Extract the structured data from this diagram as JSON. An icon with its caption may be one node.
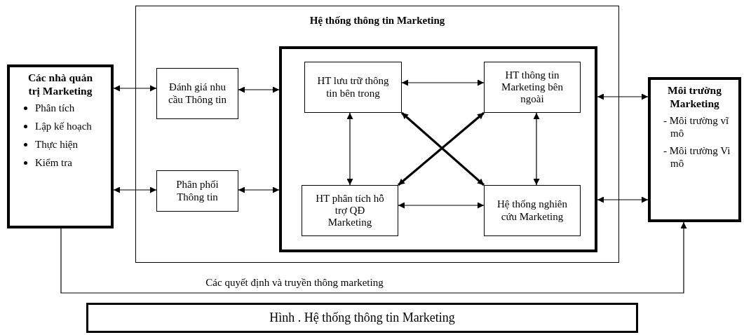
{
  "diagram": {
    "caption": "Hình . Hệ thống thông tin Marketing",
    "nodes": [
      {
        "text": [
          "Hệ thống thông tin Marketing"
        ]
      },
      {
        "text": [
          "Các nhà quản trị Marketing",
          "Phân tích",
          "Lập kế hoạch",
          "Thực hiện",
          "Kiểm tra"
        ]
      },
      {
        "text": [
          "Đánh giá nhu cầu Thông tin"
        ],
        "in": 0
      },
      {
        "text": [
          "Phân phối Thông tin"
        ],
        "in": 0
      },
      {
        "text": [],
        "shape": "box",
        "in": 0
      },
      {
        "text": [
          "HT lưu trữ thông tin bên trong"
        ],
        "in": 4
      },
      {
        "text": [
          "HT thông tin Marketing bên ngoài"
        ],
        "in": 4
      },
      {
        "text": [
          "HT phân tích hỗ trợ QĐ Marketing"
        ],
        "in": 4
      },
      {
        "text": [
          "Hệ thống nghiên cứu Marketing"
        ],
        "in": 4
      },
      {
        "text": [
          "Môi trường Marketing",
          "- Môi trường vĩ mô",
          "- Môi trường Vi mô"
        ]
      }
    ],
    "edges": [
      {
        "from": 1,
        "to": 2,
        "arrow": "both"
      },
      {
        "from": 1,
        "to": 3,
        "arrow": "both"
      },
      {
        "from": 2,
        "to": 4,
        "arrow": "both"
      },
      {
        "from": 3,
        "to": 4,
        "arrow": "both"
      },
      {
        "from": 5,
        "to": 6,
        "arrow": "both"
      },
      {
        "from": 5,
        "to": 7,
        "arrow": "both"
      },
      {
        "from": 6,
        "to": 8,
        "arrow": "both"
      },
      {
        "from": 5,
        "to": 8,
        "arrow": "both",
        "style": "thick"
      },
      {
        "from": 6,
        "to": 7,
        "arrow": "both",
        "style": "thick"
      },
      {
        "from": 7,
        "to": 8,
        "arrow": "both"
      },
      {
        "from": 4,
        "to": 9,
        "arrow": "both"
      },
      {
        "from": 4,
        "to": 9,
        "arrow": "both"
      },
      {
        "from": 1,
        "to": 9,
        "arrow": "to",
        "label": "Các quyết định và truyền thông marketing"
      }
    ]
  }
}
